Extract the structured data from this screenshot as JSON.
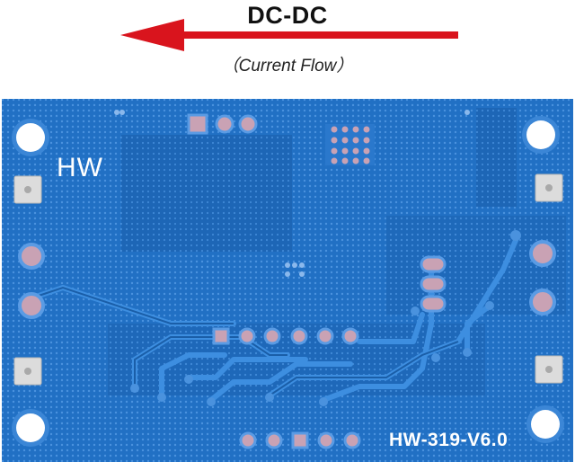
{
  "header": {
    "title": "DC-DC",
    "subtitle": "（Current Flow）",
    "arrow_color": "#d9141d",
    "arrow_icon": "left-arrow-icon"
  },
  "board": {
    "silkscreen_brand": "HW",
    "silkscreen_model": "HW-319-V6.0",
    "pcb_color": "#1f6fc2",
    "trace_color": "#3d8ee0",
    "pad_color": "#c9a2b4"
  }
}
